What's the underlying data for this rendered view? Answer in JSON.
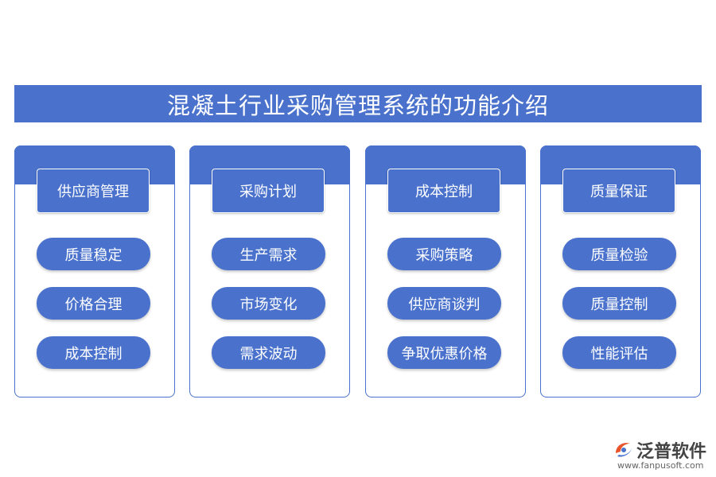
{
  "title": "混凝土行业采购管理系统的功能介绍",
  "colors": {
    "primary": "#4A72CC",
    "background": "#FFFFFF"
  },
  "columns": [
    {
      "label": "供应商管理",
      "items": [
        "质量稳定",
        "价格合理",
        "成本控制"
      ]
    },
    {
      "label": "采购计划",
      "items": [
        "生产需求",
        "市场变化",
        "需求波动"
      ]
    },
    {
      "label": "成本控制",
      "items": [
        "采购策略",
        "供应商谈判",
        "争取优惠价格"
      ]
    },
    {
      "label": "质量保证",
      "items": [
        "质量检验",
        "质量控制",
        "性能评估"
      ]
    }
  ],
  "logo": {
    "name": "泛普软件",
    "url": "www.fanpusoft.com",
    "icon": "fanpu-logo-icon"
  }
}
